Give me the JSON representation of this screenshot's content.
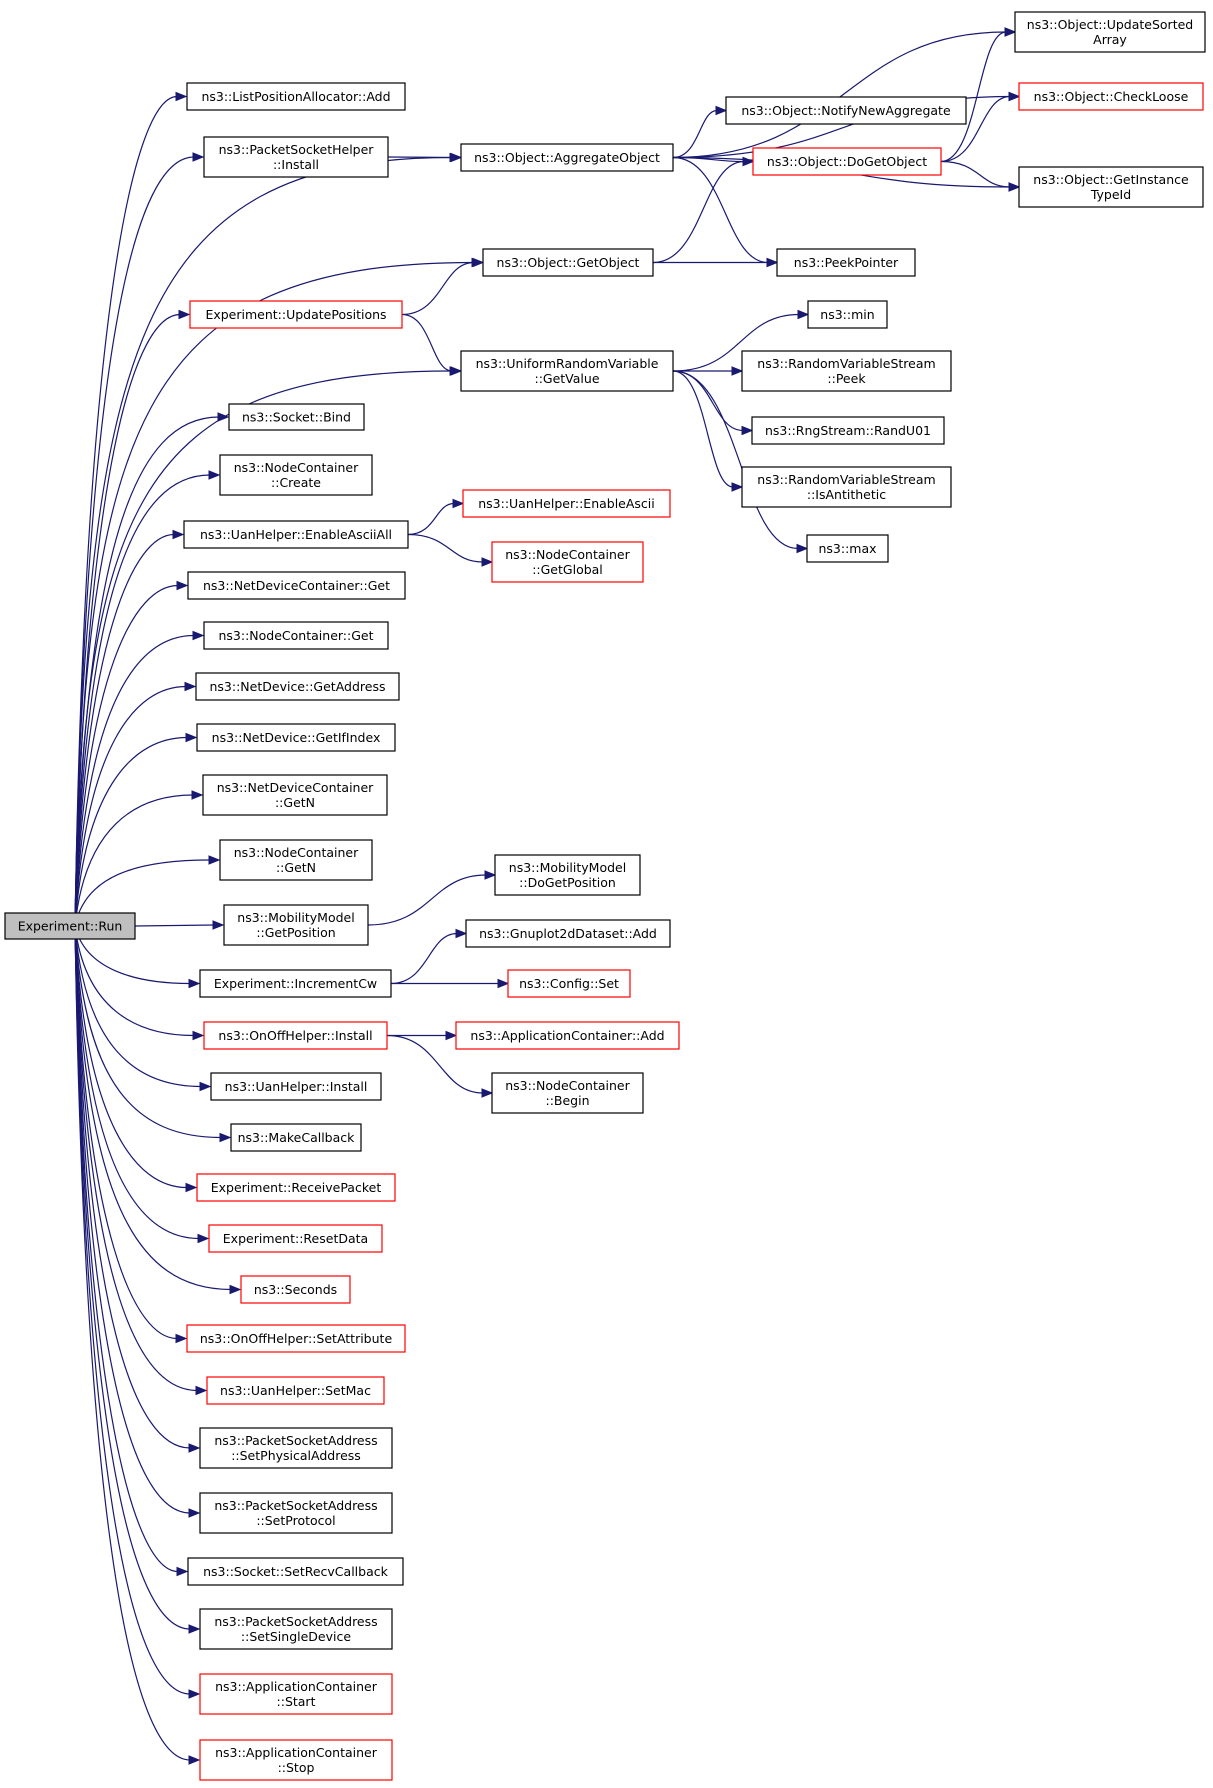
{
  "colors": {
    "edge": "#191970",
    "border_plain": "#000000",
    "border_partial": "#ff0000",
    "root_fill": "#bfbfbf",
    "background": "#ffffff"
  },
  "nodes": {
    "run": {
      "lines": [
        "Experiment::Run"
      ],
      "style": "root"
    },
    "listpos": {
      "lines": [
        "ns3::ListPositionAllocator::Add"
      ],
      "style": "black"
    },
    "psh_install": {
      "lines": [
        "ns3::PacketSocketHelper",
        "::Install"
      ],
      "style": "black"
    },
    "update_pos": {
      "lines": [
        "Experiment::UpdatePositions"
      ],
      "style": "red"
    },
    "socket_bind": {
      "lines": [
        "ns3::Socket::Bind"
      ],
      "style": "black"
    },
    "nc_create": {
      "lines": [
        "ns3::NodeContainer",
        "::Create"
      ],
      "style": "black"
    },
    "uan_enable_all": {
      "lines": [
        "ns3::UanHelper::EnableAsciiAll"
      ],
      "style": "black"
    },
    "ndc_get": {
      "lines": [
        "ns3::NetDeviceContainer::Get"
      ],
      "style": "black"
    },
    "nc_get": {
      "lines": [
        "ns3::NodeContainer::Get"
      ],
      "style": "black"
    },
    "nd_getaddr": {
      "lines": [
        "ns3::NetDevice::GetAddress"
      ],
      "style": "black"
    },
    "nd_getifidx": {
      "lines": [
        "ns3::NetDevice::GetIfIndex"
      ],
      "style": "black"
    },
    "ndc_getn": {
      "lines": [
        "ns3::NetDeviceContainer",
        "::GetN"
      ],
      "style": "black"
    },
    "nc_getn": {
      "lines": [
        "ns3::NodeContainer",
        "::GetN"
      ],
      "style": "black"
    },
    "mm_getpos": {
      "lines": [
        "ns3::MobilityModel",
        "::GetPosition"
      ],
      "style": "black"
    },
    "inc_cw": {
      "lines": [
        "Experiment::IncrementCw"
      ],
      "style": "black"
    },
    "onoff_install": {
      "lines": [
        "ns3::OnOffHelper::Install"
      ],
      "style": "red"
    },
    "uan_install": {
      "lines": [
        "ns3::UanHelper::Install"
      ],
      "style": "black"
    },
    "make_cb": {
      "lines": [
        "ns3::MakeCallback"
      ],
      "style": "black"
    },
    "recv_pkt": {
      "lines": [
        "Experiment::ReceivePacket"
      ],
      "style": "red"
    },
    "reset_data": {
      "lines": [
        "Experiment::ResetData"
      ],
      "style": "red"
    },
    "seconds": {
      "lines": [
        "ns3::Seconds"
      ],
      "style": "red"
    },
    "onoff_setattr": {
      "lines": [
        "ns3::OnOffHelper::SetAttribute"
      ],
      "style": "red"
    },
    "uan_setmac": {
      "lines": [
        "ns3::UanHelper::SetMac"
      ],
      "style": "red"
    },
    "psa_setphys": {
      "lines": [
        "ns3::PacketSocketAddress",
        "::SetPhysicalAddress"
      ],
      "style": "black"
    },
    "psa_setproto": {
      "lines": [
        "ns3::PacketSocketAddress",
        "::SetProtocol"
      ],
      "style": "black"
    },
    "sock_setrecv": {
      "lines": [
        "ns3::Socket::SetRecvCallback"
      ],
      "style": "black"
    },
    "psa_setsingle": {
      "lines": [
        "ns3::PacketSocketAddress",
        "::SetSingleDevice"
      ],
      "style": "black"
    },
    "ac_start": {
      "lines": [
        "ns3::ApplicationContainer",
        "::Start"
      ],
      "style": "red"
    },
    "ac_stop": {
      "lines": [
        "ns3::ApplicationContainer",
        "::Stop"
      ],
      "style": "red"
    },
    "aggregate": {
      "lines": [
        "ns3::Object::AggregateObject"
      ],
      "style": "black"
    },
    "getobject": {
      "lines": [
        "ns3::Object::GetObject"
      ],
      "style": "black"
    },
    "urv_getvalue": {
      "lines": [
        "ns3::UniformRandomVariable",
        "::GetValue"
      ],
      "style": "black"
    },
    "uan_enable": {
      "lines": [
        "ns3::UanHelper::EnableAscii"
      ],
      "style": "red"
    },
    "nc_getglobal": {
      "lines": [
        "ns3::NodeContainer",
        "::GetGlobal"
      ],
      "style": "red"
    },
    "mm_dogetpos": {
      "lines": [
        "ns3::MobilityModel",
        "::DoGetPosition"
      ],
      "style": "black"
    },
    "gp_add": {
      "lines": [
        "ns3::Gnuplot2dDataset::Add"
      ],
      "style": "black"
    },
    "config_set": {
      "lines": [
        "ns3::Config::Set"
      ],
      "style": "red"
    },
    "ac_add": {
      "lines": [
        "ns3::ApplicationContainer::Add"
      ],
      "style": "red"
    },
    "nc_begin": {
      "lines": [
        "ns3::NodeContainer",
        "::Begin"
      ],
      "style": "black"
    },
    "update_sorted": {
      "lines": [
        "ns3::Object::UpdateSorted",
        "Array"
      ],
      "style": "black"
    },
    "checkloose": {
      "lines": [
        "ns3::Object::CheckLoose"
      ],
      "style": "red"
    },
    "notify_new": {
      "lines": [
        "ns3::Object::NotifyNewAggregate"
      ],
      "style": "black"
    },
    "dogetobject": {
      "lines": [
        "ns3::Object::DoGetObject"
      ],
      "style": "red"
    },
    "getinstance": {
      "lines": [
        "ns3::Object::GetInstance",
        "TypeId"
      ],
      "style": "black"
    },
    "peekpointer": {
      "lines": [
        "ns3::PeekPointer"
      ],
      "style": "black"
    },
    "min": {
      "lines": [
        "ns3::min"
      ],
      "style": "black"
    },
    "rvs_peek": {
      "lines": [
        "ns3::RandomVariableStream",
        "::Peek"
      ],
      "style": "black"
    },
    "rng_randu01": {
      "lines": [
        "ns3::RngStream::RandU01"
      ],
      "style": "black"
    },
    "rvs_isanti": {
      "lines": [
        "ns3::RandomVariableStream",
        "::IsAntithetic"
      ],
      "style": "black"
    },
    "max": {
      "lines": [
        "ns3::max"
      ],
      "style": "black"
    }
  },
  "edges": [
    [
      "run",
      "listpos"
    ],
    [
      "run",
      "psh_install"
    ],
    [
      "run",
      "aggregate"
    ],
    [
      "run",
      "getobject"
    ],
    [
      "run",
      "update_pos"
    ],
    [
      "run",
      "urv_getvalue"
    ],
    [
      "run",
      "socket_bind"
    ],
    [
      "run",
      "nc_create"
    ],
    [
      "run",
      "uan_enable_all"
    ],
    [
      "run",
      "ndc_get"
    ],
    [
      "run",
      "nc_get"
    ],
    [
      "run",
      "nd_getaddr"
    ],
    [
      "run",
      "nd_getifidx"
    ],
    [
      "run",
      "ndc_getn"
    ],
    [
      "run",
      "nc_getn"
    ],
    [
      "run",
      "mm_getpos"
    ],
    [
      "run",
      "inc_cw"
    ],
    [
      "run",
      "onoff_install"
    ],
    [
      "run",
      "uan_install"
    ],
    [
      "run",
      "make_cb"
    ],
    [
      "run",
      "recv_pkt"
    ],
    [
      "run",
      "reset_data"
    ],
    [
      "run",
      "seconds"
    ],
    [
      "run",
      "onoff_setattr"
    ],
    [
      "run",
      "uan_setmac"
    ],
    [
      "run",
      "psa_setphys"
    ],
    [
      "run",
      "psa_setproto"
    ],
    [
      "run",
      "sock_setrecv"
    ],
    [
      "run",
      "psa_setsingle"
    ],
    [
      "run",
      "ac_start"
    ],
    [
      "run",
      "ac_stop"
    ],
    [
      "psh_install",
      "aggregate"
    ],
    [
      "aggregate",
      "update_sorted"
    ],
    [
      "aggregate",
      "checkloose"
    ],
    [
      "aggregate",
      "notify_new"
    ],
    [
      "aggregate",
      "dogetobject"
    ],
    [
      "aggregate",
      "getinstance"
    ],
    [
      "aggregate",
      "peekpointer"
    ],
    [
      "dogetobject",
      "update_sorted"
    ],
    [
      "dogetobject",
      "checkloose"
    ],
    [
      "dogetobject",
      "getinstance"
    ],
    [
      "getobject",
      "dogetobject"
    ],
    [
      "getobject",
      "peekpointer"
    ],
    [
      "update_pos",
      "getobject"
    ],
    [
      "update_pos",
      "urv_getvalue"
    ],
    [
      "urv_getvalue",
      "min"
    ],
    [
      "urv_getvalue",
      "rvs_peek"
    ],
    [
      "urv_getvalue",
      "rng_randu01"
    ],
    [
      "urv_getvalue",
      "rvs_isanti"
    ],
    [
      "urv_getvalue",
      "max"
    ],
    [
      "uan_enable_all",
      "uan_enable"
    ],
    [
      "uan_enable_all",
      "nc_getglobal"
    ],
    [
      "mm_getpos",
      "mm_dogetpos"
    ],
    [
      "inc_cw",
      "gp_add"
    ],
    [
      "inc_cw",
      "config_set"
    ],
    [
      "onoff_install",
      "ac_add"
    ],
    [
      "onoff_install",
      "nc_begin"
    ]
  ]
}
